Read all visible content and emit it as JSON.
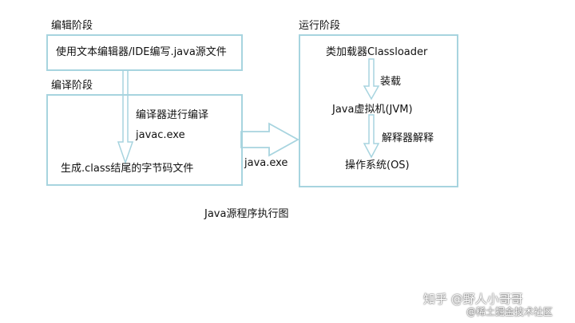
{
  "edit_stage": {
    "title": "编辑阶段",
    "content": "使用文本编辑器/IDE编写.java源文件"
  },
  "compile_stage": {
    "title": "编译阶段",
    "step_label": "编译器进行编译",
    "tool": "javac.exe",
    "result": "生成.class结尾的字节码文件"
  },
  "run_stage": {
    "title": "运行阶段",
    "loader": "类加载器Classloader",
    "load_label": "装载",
    "jvm": "Java虚拟机(JVM)",
    "interpret_label": "解释器解释",
    "os": "操作系统(OS)"
  },
  "connector": {
    "label": "java.exe"
  },
  "caption": "Java源程序执行图",
  "watermark": {
    "primary": "知乎 @野人小哥哥",
    "secondary": "@稀土掘金技术社区"
  },
  "colors": {
    "box_border": "#a7d4df",
    "arrow": "#a7d4df",
    "text": "#111111"
  }
}
